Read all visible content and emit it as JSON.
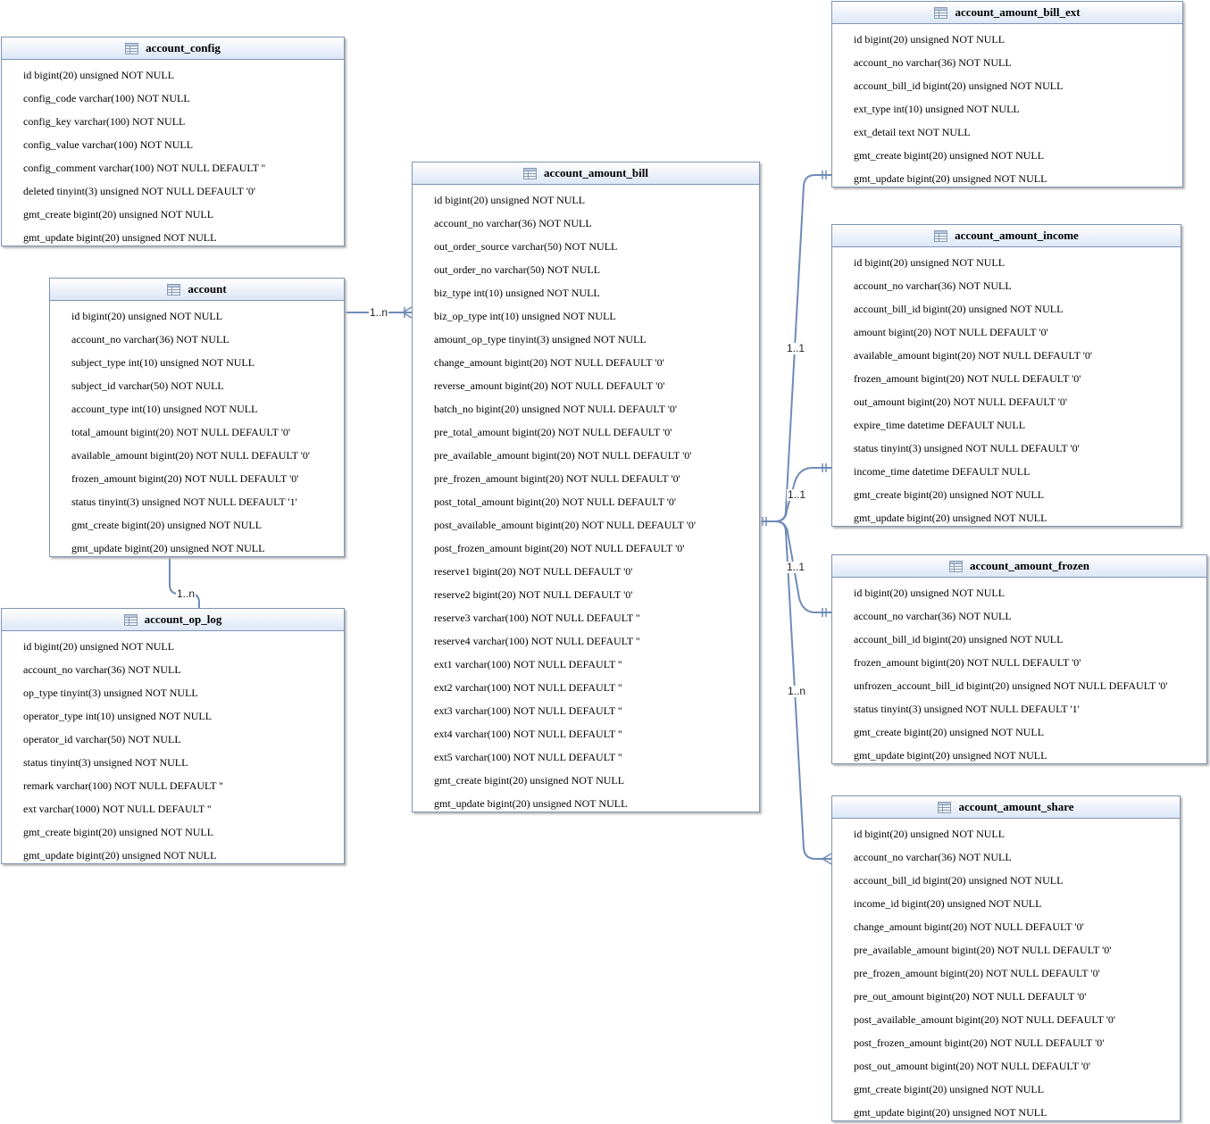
{
  "tables": {
    "account_config": {
      "name": "account_config",
      "fields": [
        "id bigint(20) unsigned NOT NULL",
        "config_code varchar(100) NOT NULL",
        "config_key varchar(100) NOT NULL",
        "config_value varchar(100) NOT NULL",
        "config_comment varchar(100) NOT NULL DEFAULT ''",
        "deleted tinyint(3) unsigned NOT NULL DEFAULT '0'",
        "gmt_create bigint(20) unsigned NOT NULL",
        "gmt_update bigint(20) unsigned NOT NULL"
      ]
    },
    "account": {
      "name": "account",
      "fields": [
        "id bigint(20) unsigned NOT NULL",
        "account_no varchar(36) NOT NULL",
        "subject_type int(10) unsigned NOT NULL",
        "subject_id varchar(50) NOT NULL",
        "account_type int(10) unsigned NOT NULL",
        "total_amount bigint(20) NOT NULL DEFAULT '0'",
        "available_amount bigint(20) NOT NULL DEFAULT '0'",
        "frozen_amount bigint(20) NOT NULL DEFAULT '0'",
        "status tinyint(3) unsigned NOT NULL DEFAULT '1'",
        "gmt_create bigint(20) unsigned NOT NULL",
        "gmt_update bigint(20) unsigned NOT NULL"
      ]
    },
    "account_op_log": {
      "name": "account_op_log",
      "fields": [
        "id bigint(20) unsigned NOT NULL",
        "account_no varchar(36) NOT NULL",
        "op_type tinyint(3) unsigned NOT NULL",
        "operator_type int(10) unsigned NOT NULL",
        "operator_id varchar(50) NOT NULL",
        "status tinyint(3) unsigned NOT NULL",
        "remark varchar(100) NOT NULL DEFAULT ''",
        "ext varchar(1000) NOT NULL DEFAULT ''",
        "gmt_create bigint(20) unsigned NOT NULL",
        "gmt_update bigint(20) unsigned NOT NULL"
      ]
    },
    "account_amount_bill": {
      "name": "account_amount_bill",
      "fields": [
        "id bigint(20) unsigned NOT NULL",
        "account_no varchar(36) NOT NULL",
        "out_order_source varchar(50) NOT NULL",
        "out_order_no varchar(50) NOT NULL",
        "biz_type int(10) unsigned NOT NULL",
        "biz_op_type int(10) unsigned NOT NULL",
        "amount_op_type tinyint(3) unsigned NOT NULL",
        "change_amount bigint(20) NOT NULL DEFAULT '0'",
        "reverse_amount bigint(20) NOT NULL DEFAULT '0'",
        "batch_no bigint(20) unsigned NOT NULL DEFAULT '0'",
        "pre_total_amount bigint(20) NOT NULL DEFAULT '0'",
        "pre_available_amount bigint(20) NOT NULL DEFAULT '0'",
        "pre_frozen_amount bigint(20) NOT NULL DEFAULT '0'",
        "post_total_amount bigint(20) NOT NULL DEFAULT '0'",
        "post_available_amount bigint(20) NOT NULL DEFAULT '0'",
        "post_frozen_amount bigint(20) NOT NULL DEFAULT '0'",
        "reserve1 bigint(20) NOT NULL DEFAULT '0'",
        "reserve2 bigint(20) NOT NULL DEFAULT '0'",
        "reserve3 varchar(100) NOT NULL DEFAULT ''",
        "reserve4 varchar(100) NOT NULL DEFAULT ''",
        "ext1 varchar(100) NOT NULL DEFAULT ''",
        "ext2 varchar(100) NOT NULL DEFAULT ''",
        "ext3 varchar(100) NOT NULL DEFAULT ''",
        "ext4 varchar(100) NOT NULL DEFAULT ''",
        "ext5 varchar(100) NOT NULL DEFAULT ''",
        "gmt_create bigint(20) unsigned NOT NULL",
        "gmt_update bigint(20) unsigned NOT NULL"
      ]
    },
    "account_amount_bill_ext": {
      "name": "account_amount_bill_ext",
      "fields": [
        "id bigint(20) unsigned NOT NULL",
        "account_no varchar(36) NOT NULL",
        "account_bill_id bigint(20) unsigned NOT NULL",
        "ext_type int(10) unsigned NOT NULL",
        "ext_detail text NOT NULL",
        "gmt_create bigint(20) unsigned NOT NULL",
        "gmt_update bigint(20) unsigned NOT NULL"
      ]
    },
    "account_amount_income": {
      "name": "account_amount_income",
      "fields": [
        "id bigint(20) unsigned NOT NULL",
        "account_no varchar(36) NOT NULL",
        "account_bill_id bigint(20) unsigned NOT NULL",
        "amount bigint(20) NOT NULL DEFAULT '0'",
        "available_amount bigint(20) NOT NULL DEFAULT '0'",
        "frozen_amount bigint(20) NOT NULL DEFAULT '0'",
        "out_amount bigint(20) NOT NULL DEFAULT '0'",
        "expire_time datetime DEFAULT NULL",
        "status tinyint(3) unsigned NOT NULL DEFAULT '0'",
        "income_time datetime DEFAULT NULL",
        "gmt_create bigint(20) unsigned NOT NULL",
        "gmt_update bigint(20) unsigned NOT NULL"
      ]
    },
    "account_amount_frozen": {
      "name": "account_amount_frozen",
      "fields": [
        "id bigint(20) unsigned NOT NULL",
        "account_no varchar(36) NOT NULL",
        "account_bill_id bigint(20) unsigned NOT NULL",
        "frozen_amount bigint(20) NOT NULL DEFAULT '0'",
        "unfrozen_account_bill_id bigint(20) unsigned NOT NULL DEFAULT '0'",
        "status tinyint(3) unsigned NOT NULL DEFAULT '1'",
        "gmt_create bigint(20) unsigned NOT NULL",
        "gmt_update bigint(20) unsigned NOT NULL"
      ]
    },
    "account_amount_share": {
      "name": "account_amount_share",
      "fields": [
        "id bigint(20) unsigned NOT NULL",
        "account_no varchar(36) NOT NULL",
        "account_bill_id bigint(20) unsigned NOT NULL",
        "income_id bigint(20) unsigned NOT NULL",
        "change_amount bigint(20) NOT NULL DEFAULT '0'",
        "pre_available_amount bigint(20) NOT NULL DEFAULT '0'",
        "pre_frozen_amount bigint(20) NOT NULL DEFAULT '0'",
        "pre_out_amount bigint(20) NOT NULL DEFAULT '0'",
        "post_available_amount bigint(20) NOT NULL DEFAULT '0'",
        "post_frozen_amount bigint(20) NOT NULL DEFAULT '0'",
        "post_out_amount bigint(20) NOT NULL DEFAULT '0'",
        "gmt_create bigint(20) unsigned NOT NULL",
        "gmt_update bigint(20) unsigned NOT NULL"
      ]
    }
  },
  "relations": {
    "account_bill": "1..n",
    "account_oplog": "1..n",
    "bill_ext": "1..1",
    "bill_income": "1..1",
    "bill_frozen": "1..1",
    "bill_share": "1..n"
  },
  "colors": {
    "line": "#6f8bb8",
    "border": "#7f94b4",
    "header_bottom": "#dce7f6"
  },
  "icons": {
    "table": "table-icon"
  }
}
